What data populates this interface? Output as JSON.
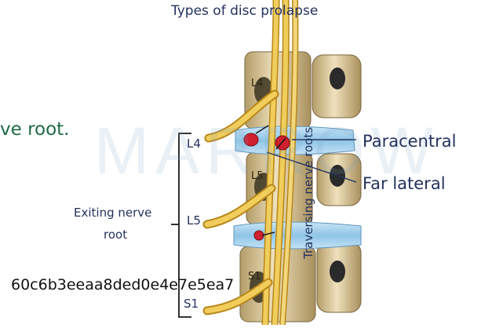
{
  "title": "Types of disc prolapse",
  "fragment_text": "ve root.",
  "watermark": "MARROW",
  "overlay_hash": "60c6b3eeaa8ded0e4e7e5ea7",
  "labels": {
    "paracentral": "Paracentral",
    "far_lateral": "Far lateral",
    "exiting_line1": "Exiting nerve",
    "exiting_line2": "root",
    "traversing": "Traversing nerve roots",
    "level_l4": "L4",
    "level_l5": "L5",
    "level_s1": "S1"
  },
  "vertebra_labels": {
    "l4": "L4",
    "l5": "L5",
    "s1": "S1"
  },
  "colors": {
    "text_navy": "#23325e",
    "text_green": "#1f6b46",
    "bone": "#d8c59a",
    "disc": "#a9d3ee",
    "nerve": "#e3b83c",
    "prolapse": "#cf2030"
  }
}
